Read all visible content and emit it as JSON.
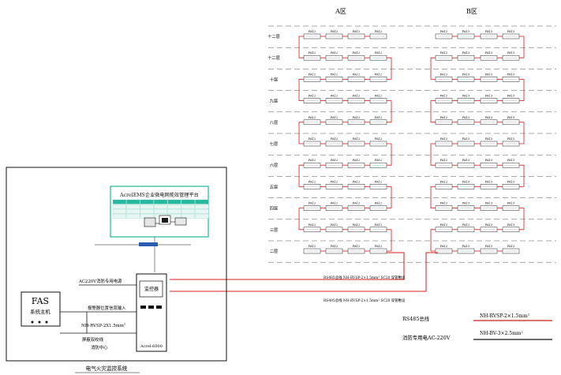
{
  "zones": {
    "a": "A区",
    "b": "B区"
  },
  "floors": [
    "十二层",
    "十二层",
    "十层",
    "九层",
    "八层",
    "七层",
    "六层",
    "五层",
    "四层",
    "三层",
    "二层"
  ],
  "grid_labels_a": [
    "PA12",
    "PA12",
    "PA12",
    "PA12"
  ],
  "grid_labels_b": [
    "PA12",
    "PA13",
    "PA13",
    "PA13"
  ],
  "software": {
    "title": "AcrelEMS企业微电网能效管理平台",
    "cells": [
      "",
      "",
      "",
      "",
      "",
      "",
      "",
      "",
      "",
      "",
      "",
      "",
      "",
      "",
      "",
      "",
      "",
      "",
      "",
      "",
      "",
      "",
      "",
      "",
      "",
      "",
      "",
      ""
    ]
  },
  "system": {
    "power_label": "AC220V消防专用电源",
    "monitor_label": "监控器",
    "device_model": "Acrel-6000",
    "fas_title": "FAS",
    "fas_subtitle": "系统主机",
    "alarm_input": "报警器位置信息输入",
    "cable_label": "NH-RVSP-2X1.5mm",
    "cable_sup": "2",
    "shield_label": "屏蔽双绞线",
    "center_label": "消防中心",
    "caption": "电气火灾监控系统"
  },
  "bus_lines": [
    "RS485总线 NH-RVSP-2×1.5mm² SC20 穿管敷设",
    "RS485总线 NH-RVSP-2×1.5mm² SC20 穿管敷设"
  ],
  "legend": [
    {
      "label": "RS485总线",
      "spec": "NH-RVSP-2×1.5mm",
      "sup": "2",
      "color": "#d41c1c"
    },
    {
      "label": "消防专用电AC-220V",
      "spec": "NH-BV-3×2.5mm",
      "sup": "2",
      "color": "#111111"
    }
  ],
  "colors": {
    "bus": "#d41c1c",
    "screen": "#22b89c"
  }
}
